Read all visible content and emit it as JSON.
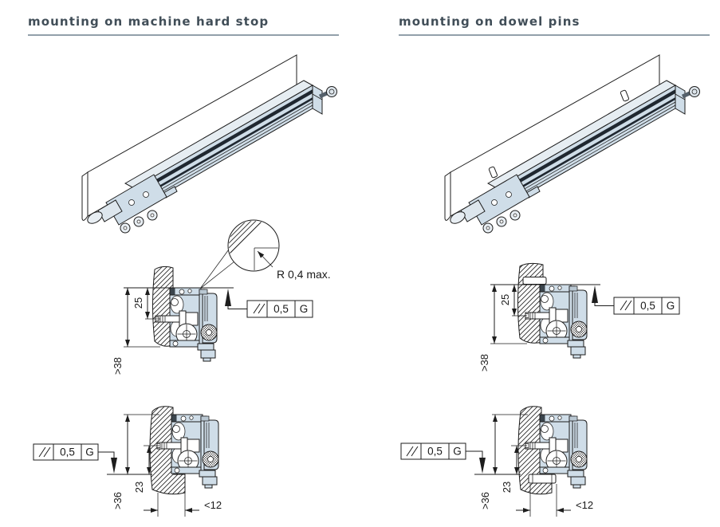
{
  "document": {
    "type": "linear encoder mounting instructions"
  },
  "columns": {
    "left": {
      "title": "mounting on machine hard stop",
      "mid_section": {
        "radius_note": "R 0,4 max.",
        "dim_top_to_screw": "25",
        "dim_clearance": ">38",
        "tolerance_frame": {
          "symbol": "parallelism",
          "value": "0,5",
          "datum": "G"
        }
      },
      "bottom_section": {
        "dim_screw_to_bottom": "23",
        "dim_clearance": ">36",
        "dim_edge_distance": "<12",
        "tolerance_frame": {
          "symbol": "parallelism",
          "value": "0,5",
          "datum": "G"
        }
      }
    },
    "right": {
      "title": "mounting on dowel pins",
      "mid_section": {
        "dim_top_to_screw": "25",
        "dim_clearance": ">38",
        "tolerance_frame": {
          "symbol": "parallelism",
          "value": "0,5",
          "datum": "G"
        }
      },
      "bottom_section": {
        "dim_screw_to_bottom": "23",
        "dim_clearance": ">36",
        "dim_edge_distance": "<12",
        "tolerance_frame": {
          "symbol": "parallelism",
          "value": "0,5",
          "datum": "G"
        }
      }
    }
  },
  "icons": {
    "parallelism_symbol": "//",
    "detail_callout": "circle-magnifier"
  },
  "colors": {
    "encoder_body": "#cfdde8",
    "encoder_top_face": "#e6edf2",
    "line": "#1d1d1d",
    "title_text": "#414e58",
    "title_rule": "#92a0aa",
    "background": "#ffffff"
  }
}
